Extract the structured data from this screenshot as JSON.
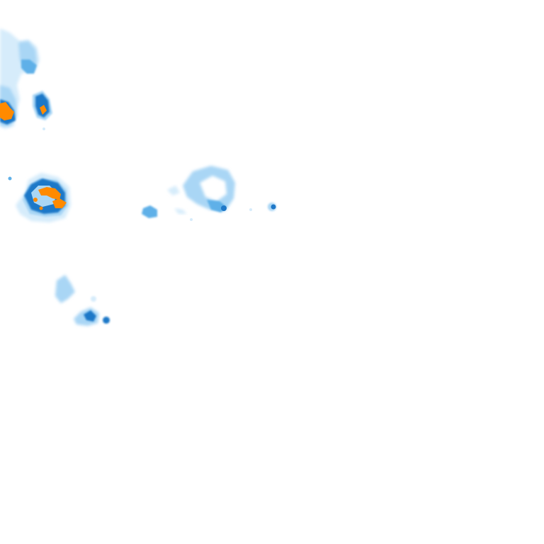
{
  "map": {
    "background": "#ffffff",
    "layer": "precipitation-radar-tile",
    "intensity_palette": {
      "very_light": "#d6ecfb",
      "light": "#a9d6f5",
      "moderate": "#5fb0e8",
      "heavy": "#1f78c8",
      "very_heavy": "#0b4f9e",
      "extreme": "#ff8a00"
    },
    "cells": [
      {
        "id": "cell-northwest-edge",
        "intensity": "very_light"
      },
      {
        "id": "cell-northwest-core",
        "intensity": "moderate"
      },
      {
        "id": "cell-west-storm",
        "intensity": "extreme"
      },
      {
        "id": "cell-small-north",
        "intensity": "heavy"
      },
      {
        "id": "cell-central-west-storm",
        "intensity": "extreme"
      },
      {
        "id": "cell-ring-shower",
        "intensity": "light"
      },
      {
        "id": "cell-small-blob",
        "intensity": "moderate"
      },
      {
        "id": "cell-tiny-east",
        "intensity": "heavy"
      },
      {
        "id": "cell-south-scatter",
        "intensity": "light"
      },
      {
        "id": "cell-south-core",
        "intensity": "heavy"
      }
    ]
  }
}
